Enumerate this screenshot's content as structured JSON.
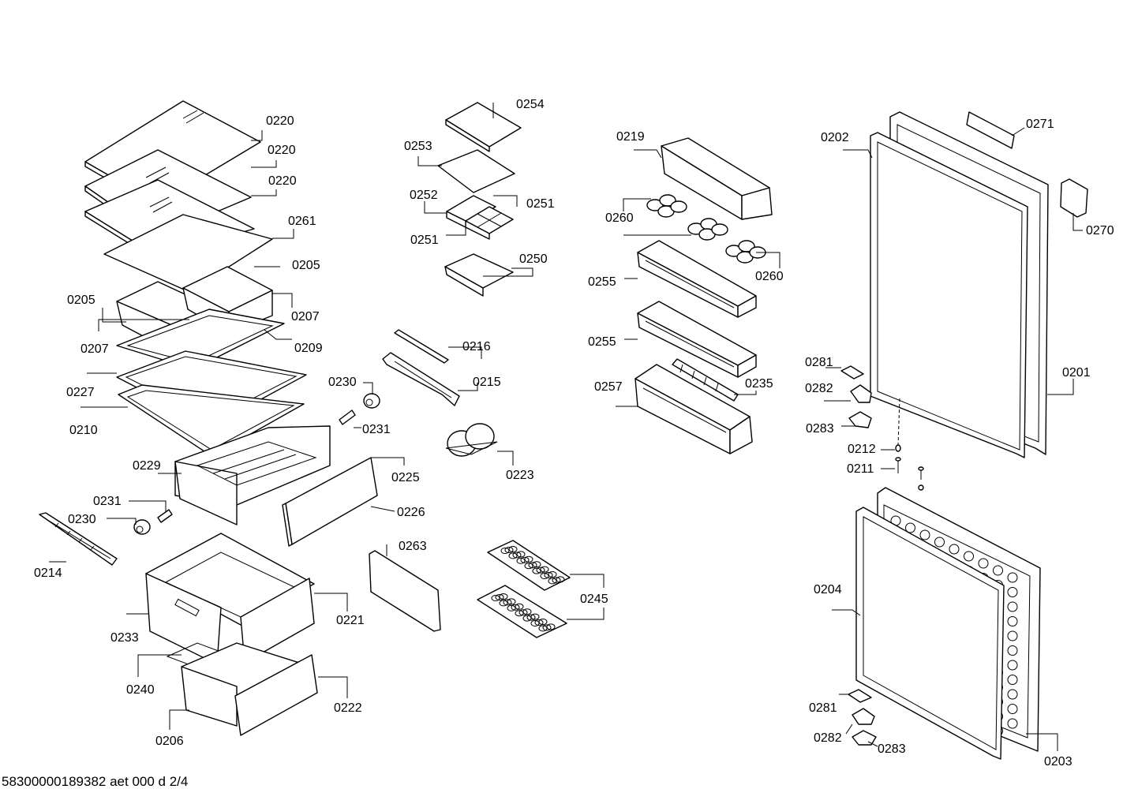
{
  "labels": {
    "l0220a": "0220",
    "l0220b": "0220",
    "l0220c": "0220",
    "l0261": "0261",
    "l0205a": "0205",
    "l0205b": "0205",
    "l0207a": "0207",
    "l0207b": "0207",
    "l0209": "0209",
    "l0227": "0227",
    "l0210": "0210",
    "l0229": "0229",
    "l0225": "0225",
    "l0226": "0226",
    "l0231a": "0231",
    "l0230a": "0230",
    "l0214": "0214",
    "l0233": "0233",
    "l0221": "0221",
    "l0240": "0240",
    "l0222": "0222",
    "l0206": "0206",
    "l0254": "0254",
    "l0253": "0253",
    "l0252": "0252",
    "l0251a": "0251",
    "l0251b": "0251",
    "l0250": "0250",
    "l0216": "0216",
    "l0215": "0215",
    "l0230b": "0230",
    "l0231b": "0231",
    "l0223": "0223",
    "l0263": "0263",
    "l0245": "0245",
    "l0219": "0219",
    "l0260a": "0260",
    "l0260b": "0260",
    "l0255a": "0255",
    "l0255b": "0255",
    "l0257": "0257",
    "l0235": "0235",
    "l0202": "0202",
    "l0271": "0271",
    "l0270": "0270",
    "l0281a": "0281",
    "l0282a": "0282",
    "l0283a": "0283",
    "l0201": "0201",
    "l0212": "0212",
    "l0211": "0211",
    "l0204": "0204",
    "l0281b": "0281",
    "l0282b": "0282",
    "l0283b": "0283",
    "l0203": "0203"
  },
  "footer": "58300000189382 aet 000 d 2/4"
}
